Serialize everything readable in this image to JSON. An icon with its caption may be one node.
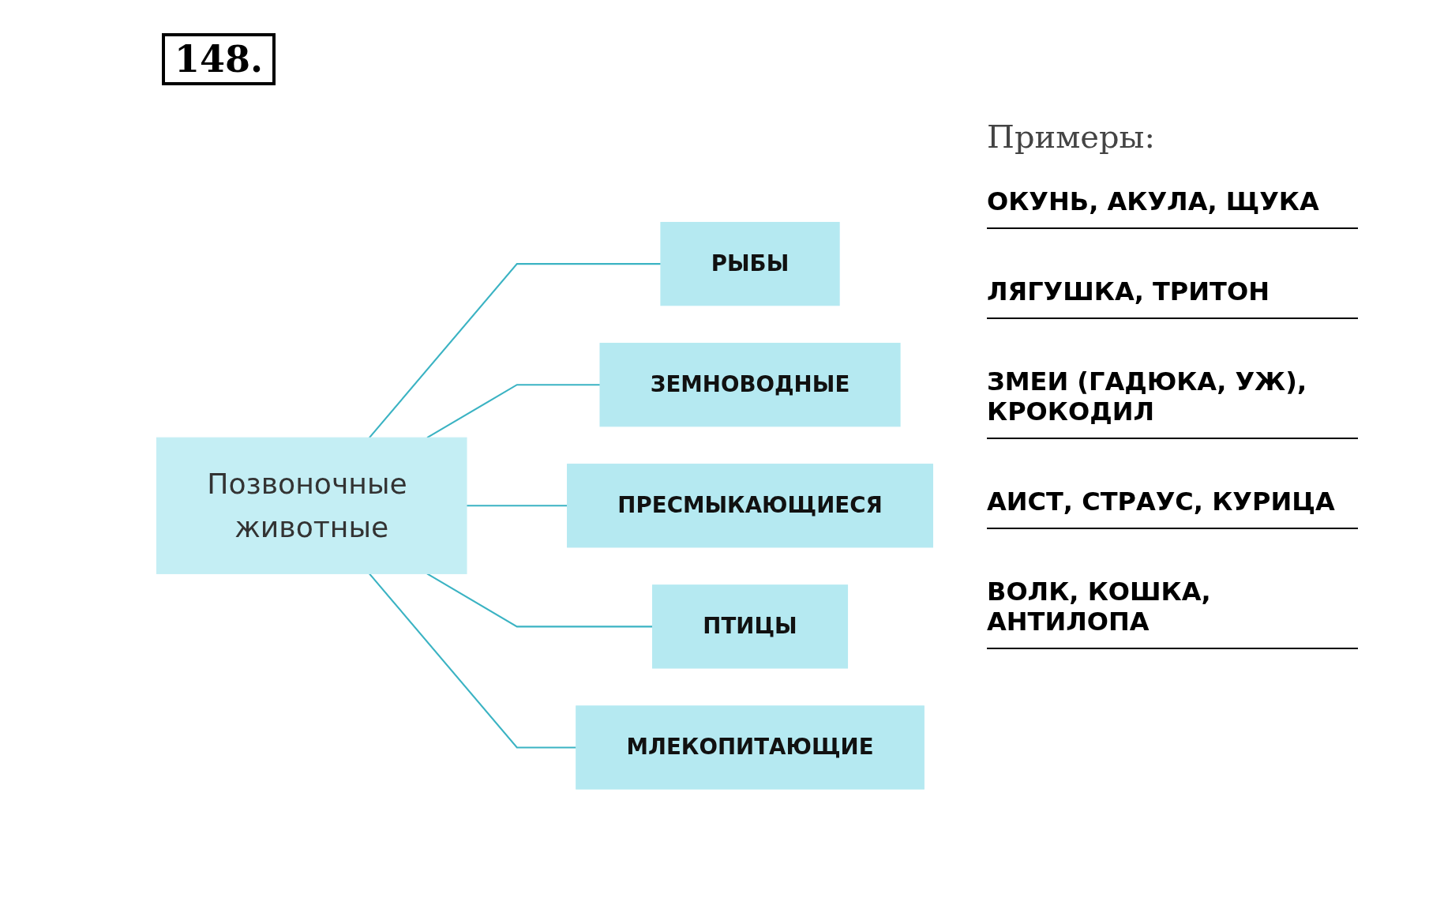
{
  "diagram": {
    "nodes": [
      {
        "text": [
          "Позвоночные животные"
        ]
      },
      {
        "text": [
          "РЫБЫ"
        ]
      },
      {
        "text": [
          "ЗЕМНОВОДНЫЕ"
        ]
      },
      {
        "text": [
          "ПРЕСМЫКАЮЩИЕСЯ"
        ]
      },
      {
        "text": [
          "ПТИЦЫ"
        ]
      },
      {
        "text": [
          "МЛЕКОПИТАЮЩИЕ"
        ]
      }
    ],
    "edges": [
      {
        "from": 0,
        "to": 1,
        "arrow": "none"
      },
      {
        "from": 0,
        "to": 2,
        "arrow": "none"
      },
      {
        "from": 0,
        "to": 3,
        "arrow": "none"
      },
      {
        "from": 0,
        "to": 4,
        "arrow": "none"
      },
      {
        "from": 0,
        "to": 5,
        "arrow": "none"
      }
    ],
    "labels": [
      "148.",
      "Примеры:",
      "ОКУНЬ, АКУЛА, ЩУКА",
      "ЛЯГУШКА, ТРИТОН",
      "ЗМЕИ (ГАДЮКА, УЖ), КРОКОДИЛ",
      "АИСТ, СТРАУС, КУРИЦА",
      "ВОЛК, КОШКА, АНТИЛОПА"
    ]
  }
}
